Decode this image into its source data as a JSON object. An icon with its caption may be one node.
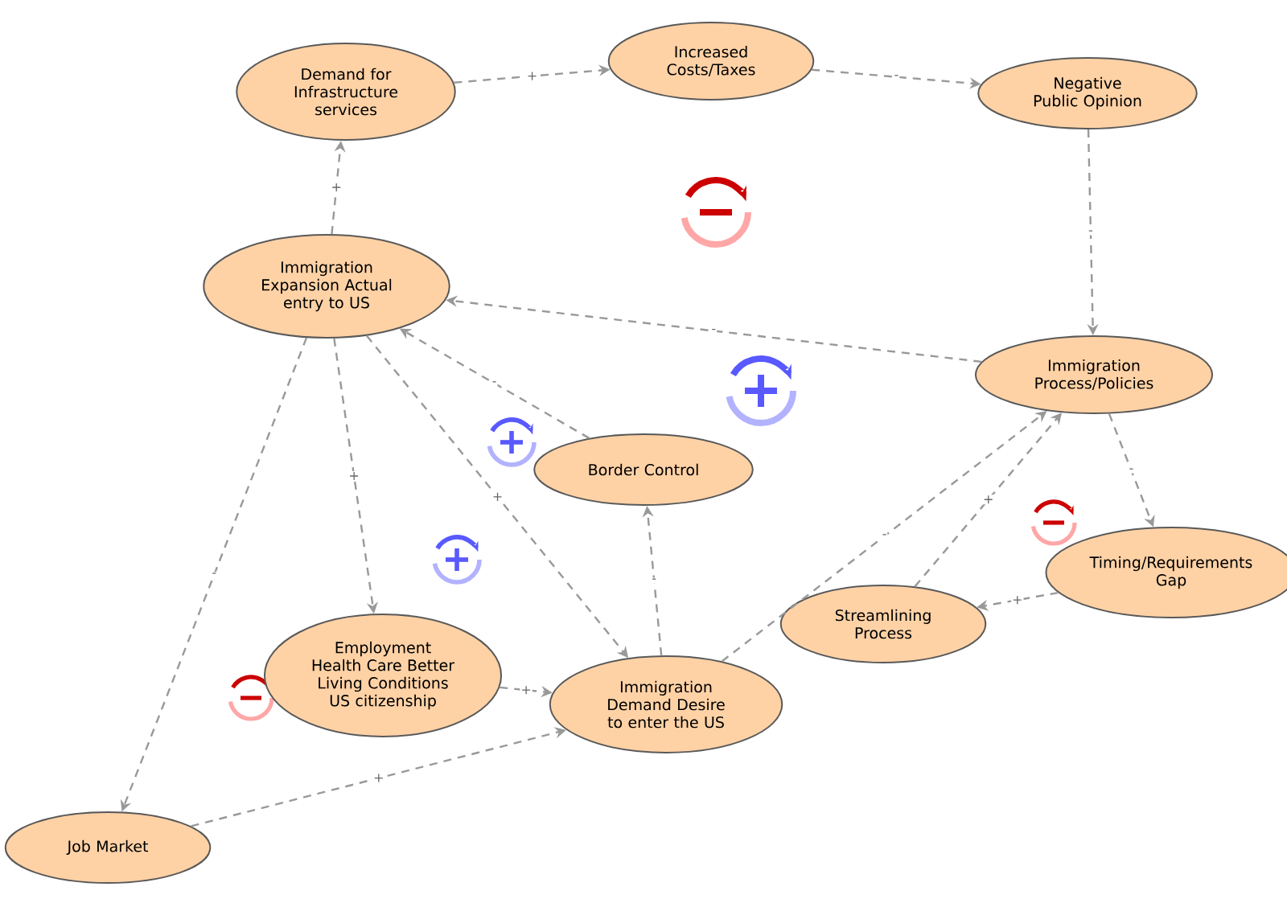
{
  "diagram": {
    "nodes": [
      {
        "text": [
          "Demand for Infrastructure services"
        ]
      },
      {
        "text": [
          "Increased Costs/Taxes"
        ]
      },
      {
        "text": [
          "Negative Public Opinion"
        ]
      },
      {
        "text": [
          "Immigration Expansion Actual entry to US"
        ]
      },
      {
        "text": [
          "Immigration Process/Policies"
        ]
      },
      {
        "text": [
          "Border Control"
        ]
      },
      {
        "text": [
          "Timing/Requirements Gap"
        ]
      },
      {
        "text": [
          "Streamlining Process"
        ]
      },
      {
        "text": [
          "Employment Health Care Better Living Conditions US citizenship"
        ]
      },
      {
        "text": [
          "Immigration Demand Desire to enter the US"
        ]
      },
      {
        "text": [
          "Job Market"
        ]
      }
    ],
    "edges": [
      {
        "from": 3,
        "to": 0,
        "arrow": "to",
        "label": "+"
      },
      {
        "from": 0,
        "to": 1,
        "arrow": "to",
        "label": "+"
      },
      {
        "from": 1,
        "to": 2,
        "arrow": "to",
        "label": "-"
      },
      {
        "from": 2,
        "to": 4,
        "arrow": "to",
        "label": "-"
      },
      {
        "from": 4,
        "to": 3,
        "arrow": "to",
        "label": "-"
      },
      {
        "from": 5,
        "to": 3,
        "arrow": "to",
        "label": "-"
      },
      {
        "from": 3,
        "to": 8,
        "arrow": "to",
        "label": "+"
      },
      {
        "from": 3,
        "to": 9,
        "arrow": "to",
        "label": "+"
      },
      {
        "from": 3,
        "to": 10,
        "arrow": "to",
        "label": "-"
      },
      {
        "from": 8,
        "to": 9,
        "arrow": "to",
        "label": "+"
      },
      {
        "from": 10,
        "to": 9,
        "arrow": "to",
        "label": "+"
      },
      {
        "from": 9,
        "to": 5,
        "arrow": "to",
        "label": "-"
      },
      {
        "from": 9,
        "to": 4,
        "arrow": "to",
        "label": "-"
      },
      {
        "from": 7,
        "to": 4,
        "arrow": "to",
        "label": "+"
      },
      {
        "from": 4,
        "to": 6,
        "arrow": "to",
        "label": "-"
      },
      {
        "from": 6,
        "to": 7,
        "arrow": "to",
        "label": "+"
      }
    ]
  }
}
